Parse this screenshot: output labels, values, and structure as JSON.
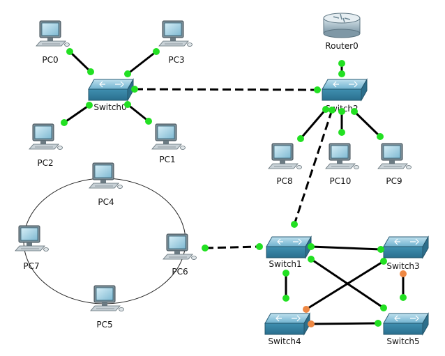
{
  "colors": {
    "link_up": "#22e022",
    "link_blocked": "#ee8844",
    "device_blue": "#3f8fb0",
    "background": "#ffffff"
  },
  "devices": [
    {
      "id": "PC0",
      "label": "PC0",
      "type": "pc"
    },
    {
      "id": "PC1",
      "label": "PC1",
      "type": "pc"
    },
    {
      "id": "PC2",
      "label": "PC2",
      "type": "pc"
    },
    {
      "id": "PC3",
      "label": "PC3",
      "type": "pc"
    },
    {
      "id": "PC4",
      "label": "PC4",
      "type": "pc"
    },
    {
      "id": "PC5",
      "label": "PC5",
      "type": "pc"
    },
    {
      "id": "PC6",
      "label": "PC6",
      "type": "pc"
    },
    {
      "id": "PC7",
      "label": "PC7",
      "type": "pc"
    },
    {
      "id": "PC8",
      "label": "PC8",
      "type": "pc"
    },
    {
      "id": "PC9",
      "label": "PC9",
      "type": "pc"
    },
    {
      "id": "PC10",
      "label": "PC10",
      "type": "pc"
    },
    {
      "id": "Switch0",
      "label": "Switch0",
      "type": "switch"
    },
    {
      "id": "Switch1",
      "label": "Switch1",
      "type": "switch"
    },
    {
      "id": "Switch2",
      "label": "Switch2",
      "type": "switch"
    },
    {
      "id": "Switch3",
      "label": "Switch3",
      "type": "switch"
    },
    {
      "id": "Switch4",
      "label": "Switch4",
      "type": "switch"
    },
    {
      "id": "Switch5",
      "label": "Switch5",
      "type": "switch"
    },
    {
      "id": "Router0",
      "label": "Router0",
      "type": "router"
    }
  ],
  "links": [
    {
      "from": "PC0",
      "to": "Switch0",
      "style": "solid",
      "status": [
        "up",
        "up"
      ]
    },
    {
      "from": "PC3",
      "to": "Switch0",
      "style": "solid",
      "status": [
        "up",
        "up"
      ]
    },
    {
      "from": "PC2",
      "to": "Switch0",
      "style": "solid",
      "status": [
        "up",
        "up"
      ]
    },
    {
      "from": "PC1",
      "to": "Switch0",
      "style": "solid",
      "status": [
        "up",
        "up"
      ]
    },
    {
      "from": "Switch0",
      "to": "Switch2",
      "style": "dashed",
      "status": [
        "up",
        "up"
      ]
    },
    {
      "from": "Router0",
      "to": "Switch2",
      "style": "solid",
      "status": [
        "up",
        "up"
      ]
    },
    {
      "from": "PC8",
      "to": "Switch2",
      "style": "solid",
      "status": [
        "up",
        "up"
      ]
    },
    {
      "from": "PC10",
      "to": "Switch2",
      "style": "solid",
      "status": [
        "up",
        "up"
      ]
    },
    {
      "from": "PC9",
      "to": "Switch2",
      "style": "solid",
      "status": [
        "up",
        "up"
      ]
    },
    {
      "from": "Switch2",
      "to": "Switch1",
      "style": "dashed",
      "status": [
        "up",
        "up"
      ]
    },
    {
      "from": "PC6",
      "to": "Switch1",
      "style": "dashed",
      "status": [
        "up",
        "up"
      ]
    },
    {
      "from": "Switch1",
      "to": "Switch3",
      "style": "solid",
      "status": [
        "up",
        "up"
      ]
    },
    {
      "from": "Switch1",
      "to": "Switch4",
      "style": "solid",
      "status": [
        "up",
        "up"
      ]
    },
    {
      "from": "Switch1",
      "to": "Switch5",
      "style": "solid",
      "status": [
        "up",
        "up"
      ]
    },
    {
      "from": "Switch3",
      "to": "Switch5",
      "style": "solid",
      "status": [
        "blocked",
        "up"
      ]
    },
    {
      "from": "Switch3",
      "to": "Switch4",
      "style": "solid",
      "status": [
        "up",
        "blocked"
      ]
    },
    {
      "from": "Switch4",
      "to": "Switch5",
      "style": "solid",
      "status": [
        "blocked",
        "up"
      ]
    }
  ],
  "ring": {
    "members": [
      "PC4",
      "PC6",
      "PC5",
      "PC7"
    ]
  }
}
